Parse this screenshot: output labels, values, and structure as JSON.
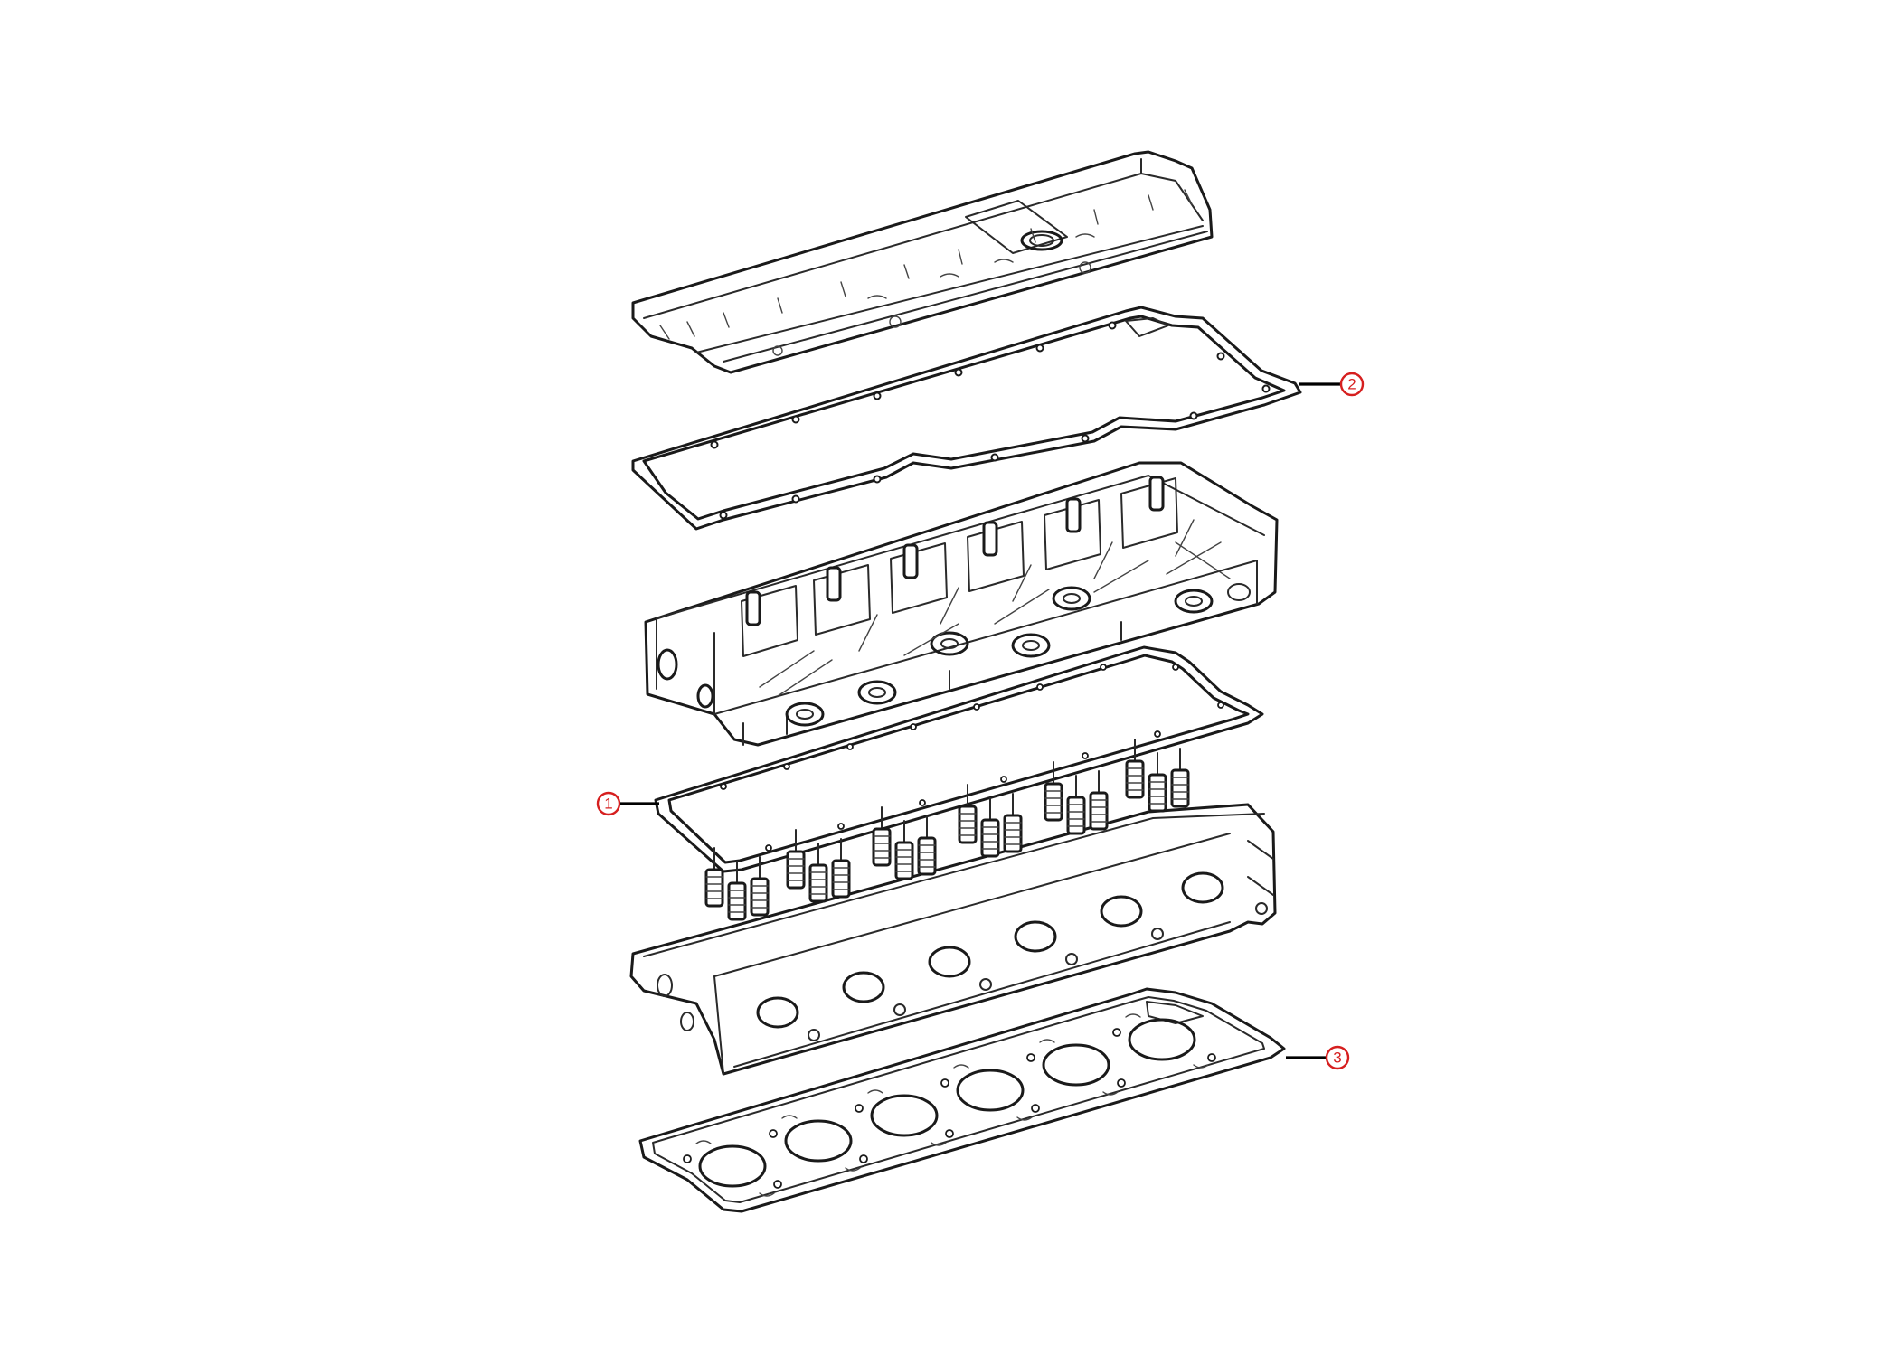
{
  "callout_color": "#d61f1f",
  "parts": [
    {
      "id": "cylinder-head-cover",
      "label": null
    },
    {
      "id": "cover-gasket",
      "label": "2"
    },
    {
      "id": "upper-housing",
      "label": null
    },
    {
      "id": "housing-gasket",
      "label": "1"
    },
    {
      "id": "cylinder-head",
      "label": null
    },
    {
      "id": "head-gasket",
      "label": "3"
    }
  ],
  "callouts": [
    {
      "number": "2",
      "part": "cover-gasket"
    },
    {
      "number": "1",
      "part": "housing-gasket"
    },
    {
      "number": "3",
      "part": "head-gasket"
    }
  ]
}
